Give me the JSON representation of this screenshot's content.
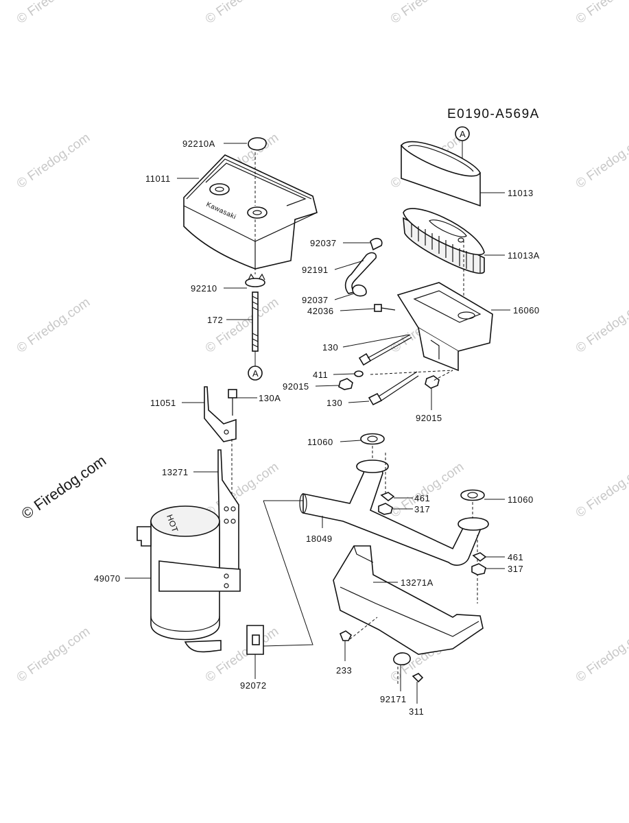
{
  "diagram_code": "E0190-A569A",
  "watermark": "© Firedog.com",
  "cover_brand": "Kawasaki",
  "muffler_mark": "HOT",
  "callout_marker": "A",
  "labels": {
    "p92210A": "92210A",
    "p11011": "11011",
    "p92210": "92210",
    "p172": "172",
    "p11051": "11051",
    "p130A": "130A",
    "p13271": "13271",
    "p49070": "49070",
    "p92072": "92072",
    "p11013": "11013",
    "p11013A": "11013A",
    "p92037a": "92037",
    "p92191": "92191",
    "p92037b": "92037",
    "p42036": "42036",
    "p16060": "16060",
    "p130a": "130",
    "p411": "411",
    "p92015a": "92015",
    "p130b": "130",
    "p92015b": "92015",
    "p11060a": "11060",
    "p461a": "461",
    "p317a": "317",
    "p18049": "18049",
    "p11060b": "11060",
    "p461b": "461",
    "p317b": "317",
    "p13271A": "13271A",
    "p233": "233",
    "p92171": "92171",
    "p311": "311"
  }
}
